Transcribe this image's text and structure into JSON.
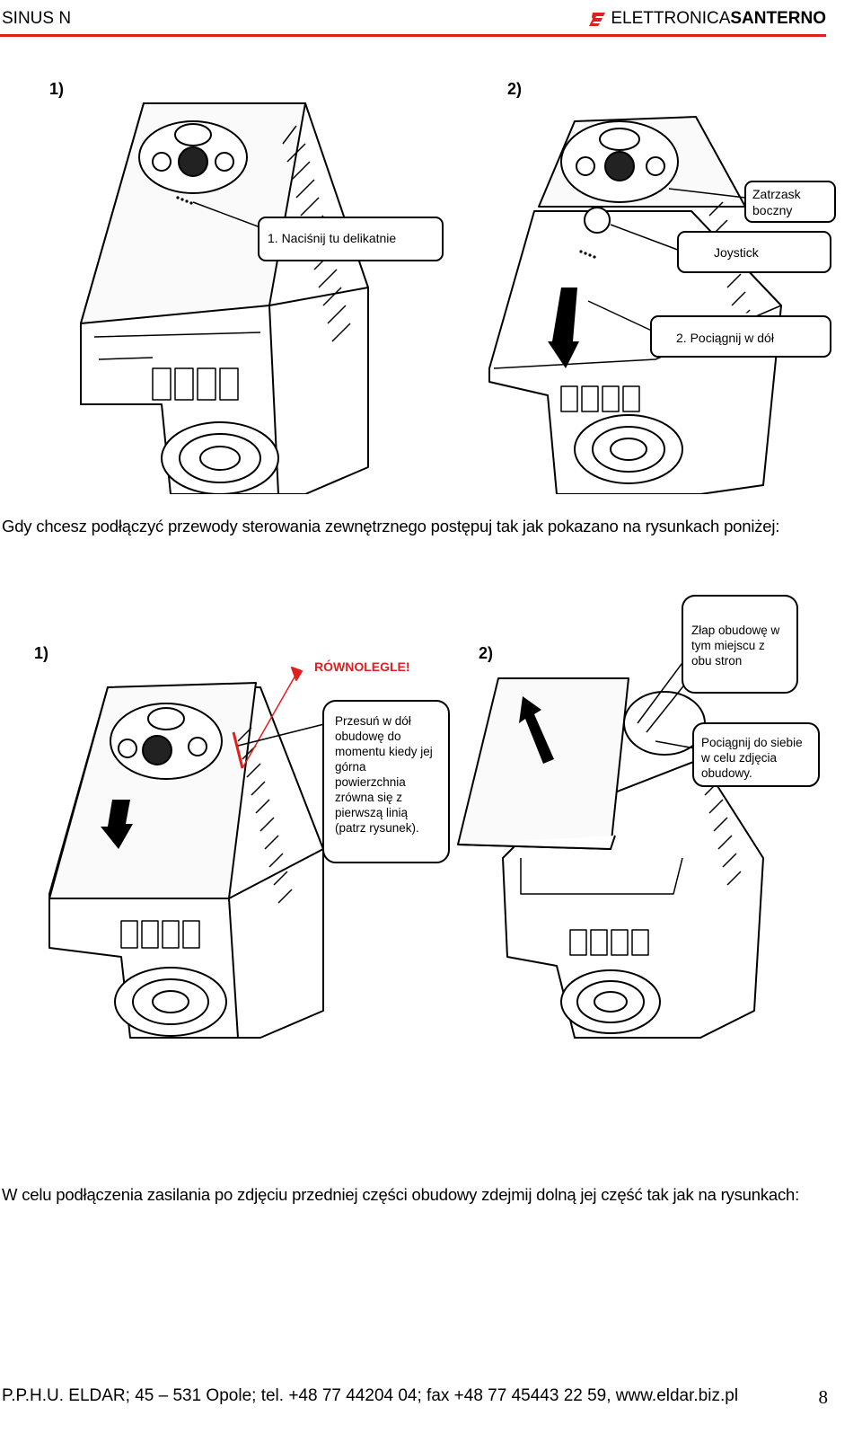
{
  "header": {
    "left": "SINUS N",
    "brand_regular": "ELETTRONICA ",
    "brand_bold": "SANTERNO",
    "accent_color": "#e02020"
  },
  "figure1": {
    "step1": "1)",
    "step2": "2)",
    "callout_press": "1. Naciśnij tu delikatnie",
    "callout_latch_1": "Zatrzask",
    "callout_latch_2": "boczny",
    "callout_joystick": "Joystick",
    "callout_pull": "2. Pociągnij w dół"
  },
  "paragraph1": "Gdy chcesz podłączyć przewody sterowania zewnętrznego postępuj tak jak pokazano na rysunkach poniżej:",
  "figure2": {
    "step1": "1)",
    "step2": "2)",
    "parallel": "RÓWNOLEGLE!",
    "slide_lines": [
      "Przesuń w dół",
      "obudowę do",
      "momentu kiedy jej",
      "górna",
      "powierzchnia",
      "zrówna się z",
      "pierwszą linią",
      " (patrz rysunek)."
    ],
    "grab_lines": [
      "Złap obudowę w",
      "tym miejscu z",
      "obu stron"
    ],
    "pull_lines": [
      "Pociągnij do siebie",
      "w celu zdjęcia",
      "obudowy."
    ]
  },
  "paragraph2": "W celu podłączenia zasilania po zdjęciu przedniej części obudowy zdejmij dolną jej część tak jak na rysunkach:",
  "footer": {
    "text": "P.P.H.U. ELDAR; 45 – 531 Opole; tel. +48 77 44204 04; fax +48 77 45443 22 59, www.eldar.biz.pl",
    "page": "8"
  }
}
